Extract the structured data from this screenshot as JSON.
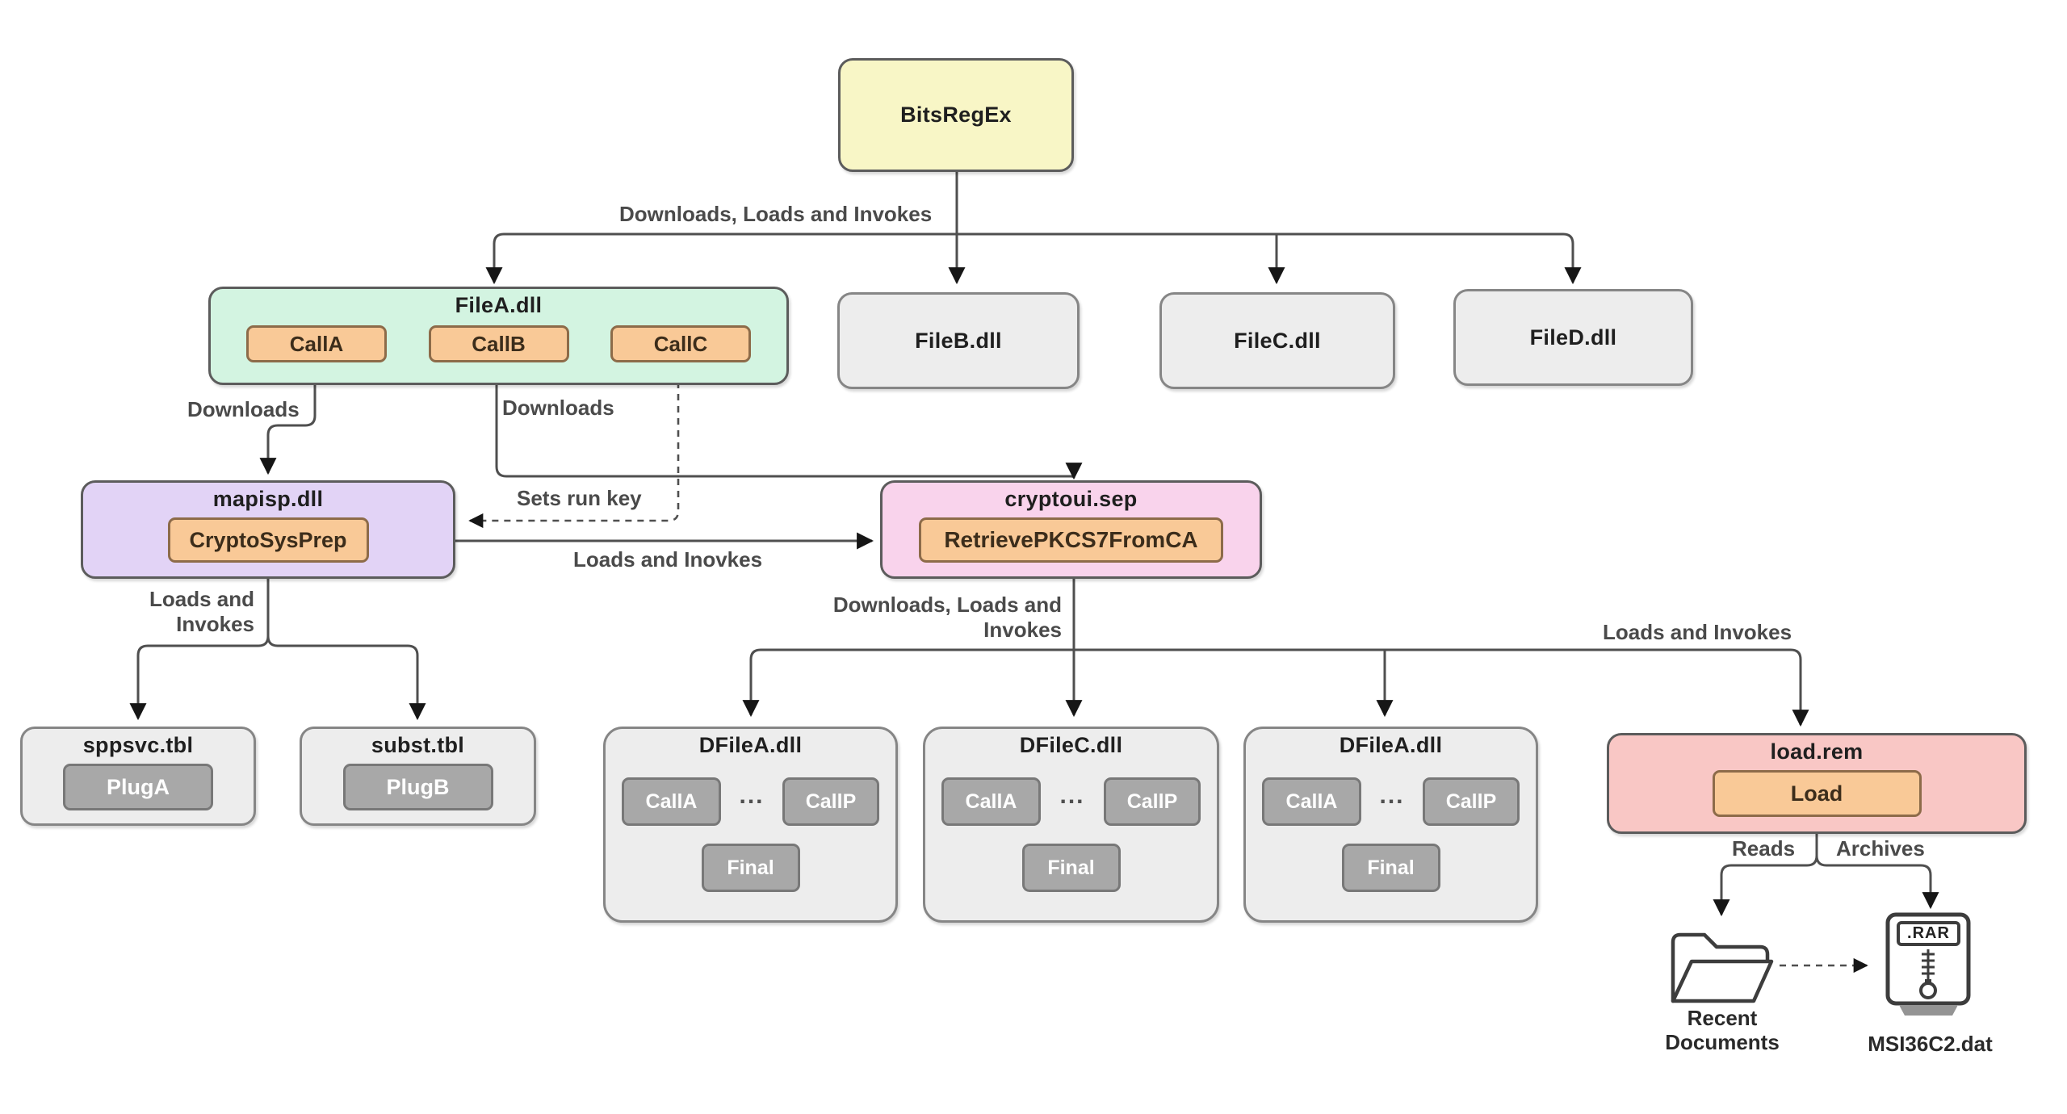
{
  "colors": {
    "node_yellow": "#f8f6c6",
    "node_mint": "#d3f4e1",
    "node_orange": "#f9c997",
    "node_purple": "#e2d3f6",
    "node_pink": "#f9d3ec",
    "node_salmon": "#f9c7c5",
    "node_gray": "#ededed",
    "chip_gray": "#a8a8a8",
    "chip_gray_border": "#787878",
    "line": "#4f4f4f",
    "border_dark": "#5c5c5c",
    "border_gray": "#868686",
    "border_orange": "#8d6b49",
    "label_text": "#4a4a4a",
    "title_text": "#1f1f1f"
  },
  "nodes": {
    "bitsregex": {
      "label": "BitsRegEx"
    },
    "filea": {
      "label": "FileA.dll",
      "calls": [
        "CallA",
        "CallB",
        "CallC"
      ]
    },
    "fileb": {
      "label": "FileB.dll"
    },
    "filec": {
      "label": "FileC.dll"
    },
    "filed": {
      "label": "FileD.dll"
    },
    "mapisp": {
      "label": "mapisp.dll",
      "call": "CryptoSysPrep"
    },
    "cryptoui": {
      "label": "cryptoui.sep",
      "call": "RetrievePKCS7FromCA"
    },
    "sppsvc": {
      "label": "sppsvc.tbl",
      "plug": "PlugA"
    },
    "subst": {
      "label": "subst.tbl",
      "plug": "PlugB"
    },
    "dfiles": [
      {
        "label": "DFileA.dll",
        "call_first": "CallA",
        "ellipsis": "...",
        "call_last": "CallP",
        "final": "Final"
      },
      {
        "label": "DFileC.dll",
        "call_first": "CallA",
        "ellipsis": "...",
        "call_last": "CallP",
        "final": "Final"
      },
      {
        "label": "DFileA.dll",
        "call_first": "CallA",
        "ellipsis": "...",
        "call_last": "CallP",
        "final": "Final"
      }
    ],
    "loadrem": {
      "label": "load.rem",
      "call": "Load"
    }
  },
  "edges": {
    "top_label": "Downloads, Loads and Invokes",
    "downloads_a": "Downloads",
    "downloads_b": "Downloads",
    "sets_run_key": "Sets run key",
    "loads_inovkes": "Loads and Inovkes",
    "mapisp_l1": "Loads and",
    "mapisp_l2": "Invokes",
    "cryptoui_l1": "Downloads, Loads and",
    "cryptoui_l2": "Invokes",
    "right_label": "Loads and Invokes",
    "reads": "Reads",
    "archives": "Archives"
  },
  "icons": {
    "recent_l1": "Recent",
    "recent_l2": "Documents",
    "rar_badge": ".RAR",
    "rar_label": "MSI36C2.dat"
  }
}
